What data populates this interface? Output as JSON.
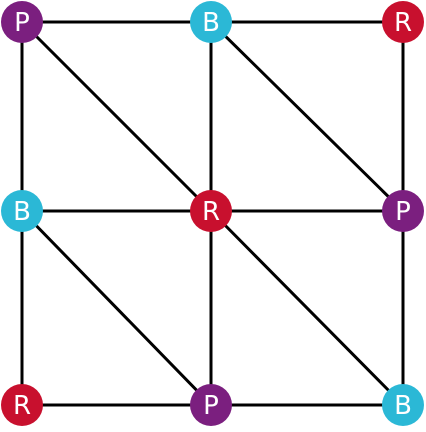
{
  "colors": {
    "P": "#7b1f7f",
    "B": "#2bb8d6",
    "R": "#c8102e",
    "edge": "#000000"
  },
  "grid": {
    "rows": 3,
    "cols": 3
  },
  "nodes": [
    {
      "id": "n00",
      "row": 0,
      "col": 0,
      "label": "P"
    },
    {
      "id": "n01",
      "row": 0,
      "col": 1,
      "label": "B"
    },
    {
      "id": "n02",
      "row": 0,
      "col": 2,
      "label": "R"
    },
    {
      "id": "n10",
      "row": 1,
      "col": 0,
      "label": "B"
    },
    {
      "id": "n11",
      "row": 1,
      "col": 1,
      "label": "R"
    },
    {
      "id": "n12",
      "row": 1,
      "col": 2,
      "label": "P"
    },
    {
      "id": "n20",
      "row": 2,
      "col": 0,
      "label": "R"
    },
    {
      "id": "n21",
      "row": 2,
      "col": 1,
      "label": "P"
    },
    {
      "id": "n22",
      "row": 2,
      "col": 2,
      "label": "B"
    }
  ],
  "edges": [
    [
      "n00",
      "n01"
    ],
    [
      "n01",
      "n02"
    ],
    [
      "n10",
      "n11"
    ],
    [
      "n11",
      "n12"
    ],
    [
      "n20",
      "n21"
    ],
    [
      "n21",
      "n22"
    ],
    [
      "n00",
      "n10"
    ],
    [
      "n10",
      "n20"
    ],
    [
      "n01",
      "n11"
    ],
    [
      "n11",
      "n21"
    ],
    [
      "n02",
      "n12"
    ],
    [
      "n12",
      "n22"
    ],
    [
      "n00",
      "n11"
    ],
    [
      "n01",
      "n12"
    ],
    [
      "n10",
      "n21"
    ],
    [
      "n11",
      "n22"
    ]
  ]
}
